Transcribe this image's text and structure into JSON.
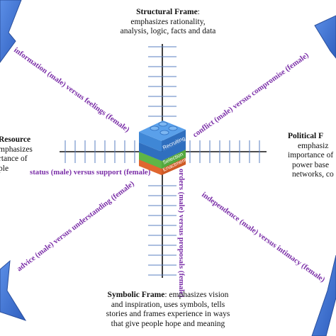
{
  "frames": {
    "structural": {
      "title": "Structural Frame",
      "title_suffix": ":",
      "lines": [
        "emphasizes rationality,",
        "analysis, logic, facts and data"
      ]
    },
    "human_resource": {
      "title": "Resource",
      "lines": [
        "mphasizes",
        "rtance of",
        "ple"
      ]
    },
    "political": {
      "title": "Political F",
      "lines": [
        "emphasiz",
        "importance of",
        "power base",
        "networks, co"
      ]
    },
    "symbolic": {
      "title": "Symbolic Frame",
      "lines": [
        ": emphasizes vision",
        "and inspiration, uses symbols, tells",
        "stories and frames experience in ways",
        "that give people hope and meaning"
      ]
    }
  },
  "axes": {
    "nw": "information (male) versus feelings (female)",
    "ne": "conflict (male) versus compromise (female)",
    "w": "status (male) versus support (female)",
    "s": "orders (male) versus proposals (female)",
    "sw": "advice (male) versus understanding (female)",
    "se": "independence (male) versus intimacy (female)"
  },
  "block_layers": [
    "Recruiting",
    "Selection",
    "Enactment"
  ],
  "colors": {
    "axis_text": "#7b2fa8",
    "arrow_blue": "#3f6fd1",
    "layer_recruiting": "#3f87d6",
    "layer_selection": "#5fb546",
    "layer_enactment": "#e0662f"
  }
}
